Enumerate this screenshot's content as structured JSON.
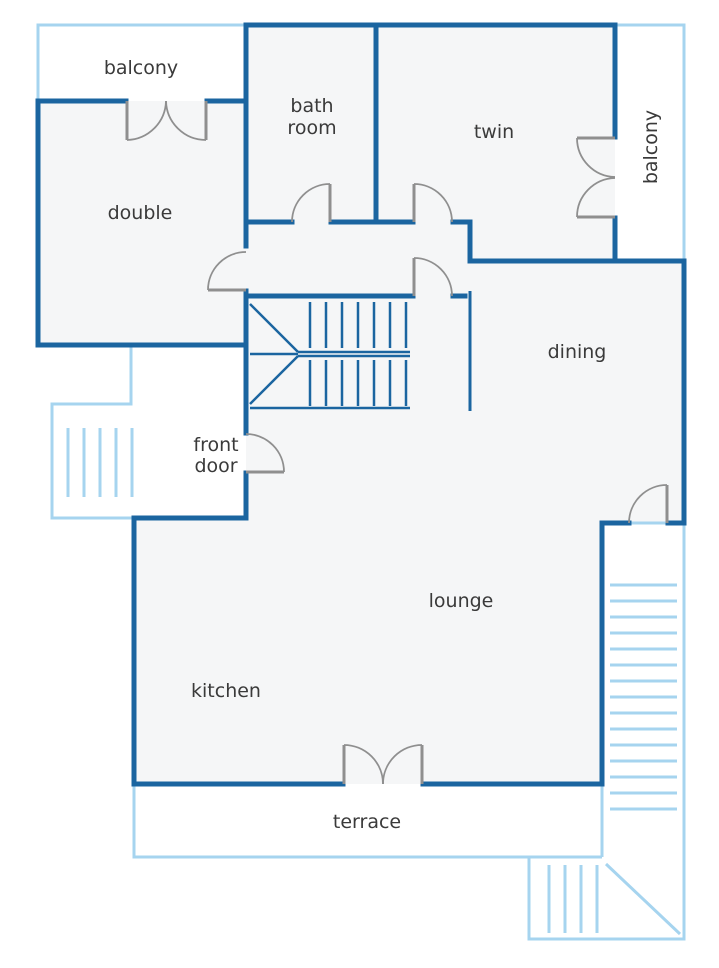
{
  "plan": {
    "colors": {
      "wall": "#1b65a0",
      "outside": "#a6d4ef",
      "floor": "#f5f6f7",
      "door": "#8f8f8f",
      "text": "#3a3a3a"
    },
    "rooms": {
      "balcony_top": "balcony",
      "bath_line1": "bath",
      "bath_line2": "room",
      "twin": "twin",
      "balcony_right": "balcony",
      "double": "double",
      "dining": "dining",
      "front_line1": "front",
      "front_line2": "door",
      "lounge": "lounge",
      "kitchen": "kitchen",
      "terrace": "terrace"
    }
  }
}
